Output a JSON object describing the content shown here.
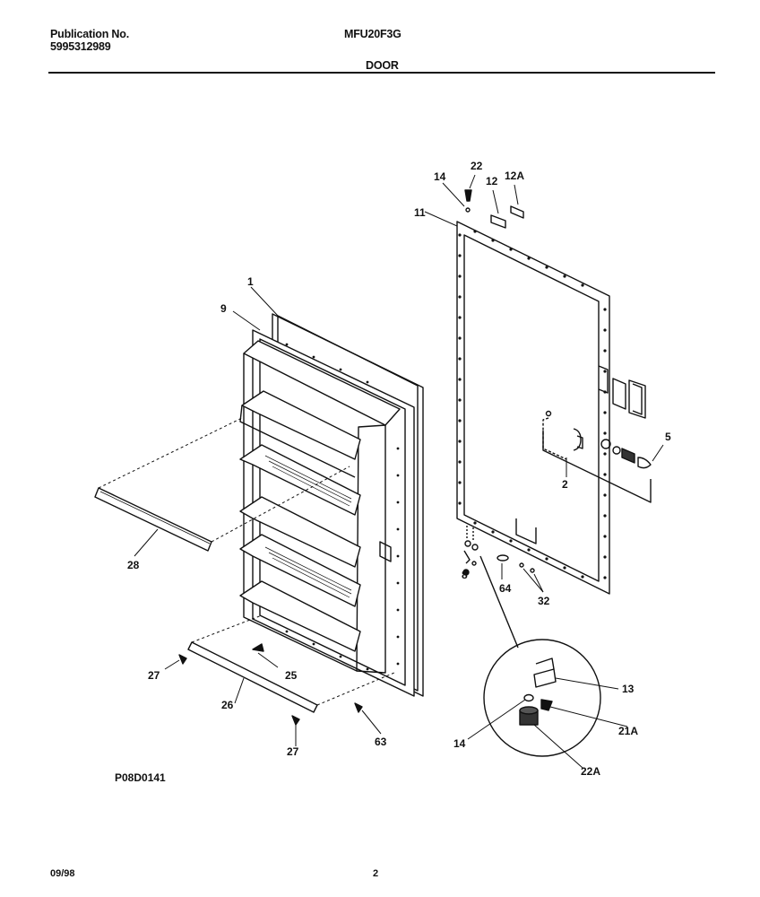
{
  "header": {
    "publication_label": "Publication No.",
    "publication_number": "5995312989",
    "model": "MFU20F3G",
    "section": "DOOR"
  },
  "footer": {
    "date": "09/98",
    "page": "2",
    "figure_code": "P08D0141"
  },
  "callouts": {
    "c1": "1",
    "c9": "9",
    "c28": "28",
    "c27a": "27",
    "c25": "25",
    "c26": "26",
    "c27b": "27",
    "c63": "63",
    "c14a": "14",
    "c22a": "22",
    "c12": "12",
    "c12a": "12A",
    "c11": "11",
    "c5": "5",
    "c2": "2",
    "c8": "8",
    "c64": "64",
    "c32": "32",
    "c13": "13",
    "c21a": "21A",
    "c14b": "14",
    "c22aa": "22A"
  }
}
